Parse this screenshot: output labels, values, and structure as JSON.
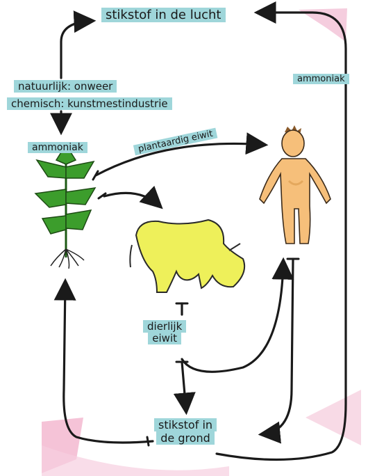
{
  "labels": {
    "air_nitrogen": "stikstof in de lucht",
    "natural_source": "natuurlijk: onweer",
    "chemical_source": "chemisch: kunstmestindustrie",
    "ammonia_left": "ammoniak",
    "ammonia_right": "ammoniak",
    "plant_protein": "plantaardig eiwit",
    "animal_protein_line1": "dierlijk",
    "animal_protein_line2": "eiwit",
    "soil_nitrogen_line1": "stikstof in",
    "soil_nitrogen_line2": "de grond"
  },
  "colors": {
    "label_highlight": "#9fd6da",
    "pink_wash": "#f3b8d0",
    "plant_green": "#3c9d2c",
    "cow_yellow": "#eef05a",
    "human_skin": "#f6bf7a",
    "arrow": "#1a1a1a"
  },
  "icons": [
    "plant-icon",
    "cow-icon",
    "human-icon"
  ]
}
